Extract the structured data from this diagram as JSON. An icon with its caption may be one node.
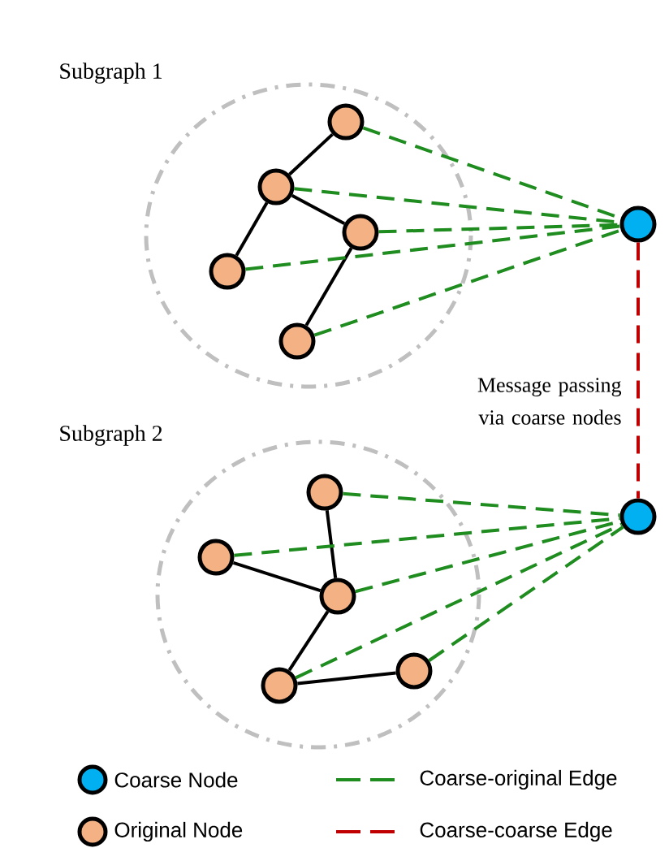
{
  "diagram": {
    "nodes": [
      {
        "text": [
          "Subgraph 1"
        ]
      },
      {
        "text": [],
        "shape": "circle",
        "in": 0
      },
      {
        "text": [],
        "shape": "circle",
        "in": 0
      },
      {
        "text": [],
        "shape": "circle",
        "in": 0
      },
      {
        "text": [],
        "shape": "circle",
        "in": 0
      },
      {
        "text": [],
        "shape": "circle",
        "in": 0
      },
      {
        "text": [],
        "shape": "circle"
      },
      {
        "text": [
          "Subgraph 2"
        ]
      },
      {
        "text": [],
        "shape": "circle",
        "in": 7
      },
      {
        "text": [],
        "shape": "circle",
        "in": 7
      },
      {
        "text": [],
        "shape": "circle",
        "in": 7
      },
      {
        "text": [],
        "shape": "circle",
        "in": 7
      },
      {
        "text": [],
        "shape": "circle",
        "in": 7
      },
      {
        "text": [],
        "shape": "circle"
      }
    ],
    "edges": [
      {
        "from": 1,
        "to": 2,
        "arrow": "none",
        "color": "#000000"
      },
      {
        "from": 2,
        "to": 3,
        "arrow": "none",
        "color": "#000000"
      },
      {
        "from": 2,
        "to": 4,
        "arrow": "none",
        "color": "#000000"
      },
      {
        "from": 4,
        "to": 5,
        "arrow": "none",
        "color": "#000000"
      },
      {
        "from": 1,
        "to": 6,
        "arrow": "none",
        "style": "dashed"
      },
      {
        "from": 2,
        "to": 6,
        "arrow": "none",
        "style": "dashed"
      },
      {
        "from": 4,
        "to": 6,
        "arrow": "none",
        "style": "dashed"
      },
      {
        "from": 3,
        "to": 6,
        "arrow": "none",
        "style": "dashed"
      },
      {
        "from": 5,
        "to": 6,
        "arrow": "none",
        "style": "dashed"
      },
      {
        "from": 8,
        "to": 10,
        "arrow": "none",
        "color": "#000000"
      },
      {
        "from": 9,
        "to": 10,
        "arrow": "none",
        "color": "#000000"
      },
      {
        "from": 10,
        "to": 11,
        "arrow": "none",
        "color": "#000000"
      },
      {
        "from": 11,
        "to": 12,
        "arrow": "none",
        "color": "#000000"
      },
      {
        "from": 8,
        "to": 13,
        "arrow": "none",
        "style": "dashed"
      },
      {
        "from": 9,
        "to": 13,
        "arrow": "none",
        "style": "dashed"
      },
      {
        "from": 10,
        "to": 13,
        "arrow": "none",
        "style": "dashed"
      },
      {
        "from": 11,
        "to": 13,
        "arrow": "none",
        "style": "dashed"
      },
      {
        "from": 12,
        "to": 13,
        "arrow": "none",
        "style": "dashed"
      },
      {
        "from": 6,
        "to": 13,
        "arrow": "none",
        "style": "dashed",
        "color": "#c00000"
      }
    ],
    "labels": [
      "Message passing via coarse nodes"
    ],
    "legend": [
      {
        "text": "Coarse Node",
        "color": "#00b0f0"
      },
      {
        "text": "Coarse-original Edge"
      },
      {
        "text": "Original Node",
        "color": "#f4b183"
      },
      {
        "text": "Coarse-coarse Edge"
      }
    ]
  }
}
